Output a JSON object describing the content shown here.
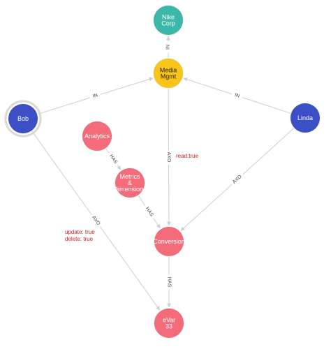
{
  "nodes": [
    {
      "id": "nike",
      "lines": [
        "Nike",
        "Corp"
      ],
      "color": "#3cb8aa",
      "label_color": "#ffffff"
    },
    {
      "id": "media",
      "lines": [
        "Media",
        "Mgmt"
      ],
      "color": "#f9c51b",
      "label_color": "#222222"
    },
    {
      "id": "bob",
      "lines": [
        "Bob"
      ],
      "color": "#3d4fc4",
      "label_color": "#ffffff",
      "selected": true
    },
    {
      "id": "linda",
      "lines": [
        "Linda"
      ],
      "color": "#3d4fc4",
      "label_color": "#ffffff"
    },
    {
      "id": "analytics",
      "lines": [
        "Analytics"
      ],
      "color": "#f46c7a",
      "label_color": "#ffffff"
    },
    {
      "id": "metrics",
      "lines": [
        "Metrics",
        "&",
        "Dimensions"
      ],
      "color": "#f46c7a",
      "label_color": "#ffffff"
    },
    {
      "id": "conversion",
      "lines": [
        "Conversion"
      ],
      "color": "#f46c7a",
      "label_color": "#ffffff"
    },
    {
      "id": "evar",
      "lines": [
        "eVar",
        "33"
      ],
      "color": "#f46c7a",
      "label_color": "#ffffff"
    }
  ],
  "edges": [
    {
      "from": "media",
      "to": "nike",
      "label": "IN"
    },
    {
      "from": "bob",
      "to": "media",
      "label": "IN"
    },
    {
      "from": "linda",
      "to": "media",
      "label": "IN"
    },
    {
      "from": "media",
      "to": "conversion",
      "label": "AXO"
    },
    {
      "from": "linda",
      "to": "conversion",
      "label": "AXO"
    },
    {
      "from": "bob",
      "to": "evar",
      "label": "AXO"
    },
    {
      "from": "analytics",
      "to": "metrics",
      "label": "HAS"
    },
    {
      "from": "metrics",
      "to": "conversion",
      "label": "HAS"
    },
    {
      "from": "conversion",
      "to": "evar",
      "label": "HAS"
    }
  ],
  "annotations": {
    "read": "read:true",
    "update": "update: true",
    "delete": "delete: true"
  },
  "colors": {
    "edge": "#cfcfcf",
    "annotation": "#cc1f1f",
    "selection_ring": "#d9d9d9"
  }
}
